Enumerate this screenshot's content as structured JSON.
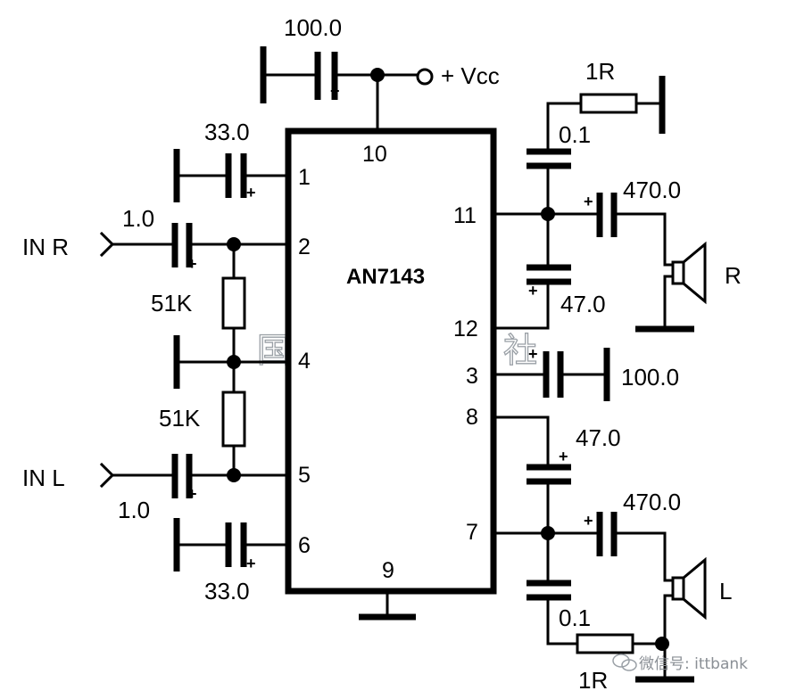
{
  "ic": {
    "part": "AN7143"
  },
  "pins": {
    "p1": "1",
    "p2": "2",
    "p4": "4",
    "p5": "5",
    "p6": "6",
    "p9": "9",
    "p10": "10",
    "p11": "11",
    "p12": "12",
    "p3": "3",
    "p8": "8",
    "p7": "7"
  },
  "supply": {
    "label": "+ Vcc"
  },
  "inputs": {
    "right": "IN  R",
    "left": "IN  L"
  },
  "speakers": {
    "right": "R",
    "left": "L"
  },
  "components": {
    "c_vcc": "100.0",
    "c_pin1": "33.0",
    "c_in_r": "1.0",
    "r_top": "51K",
    "r_bottom": "51K",
    "c_in_l": "1.0",
    "c_pin6": "33.0",
    "r_zobel_r": "1R",
    "c_zobel_r": "0.1",
    "c_out_r": "470.0",
    "c_boot_r": "47.0",
    "c_pin3": "100.0",
    "c_boot_l": "47.0",
    "c_out_l": "470.0",
    "c_zobel_l": "0.1",
    "r_zobel_l": "1R"
  },
  "polarity_mark": "+",
  "watermark": "国防工业出版社",
  "footer": {
    "text": "微信号: ittbank"
  },
  "icons": [
    "wechat-icon",
    "speaker-icon",
    "ground-icon",
    "input-jack-icon"
  ]
}
